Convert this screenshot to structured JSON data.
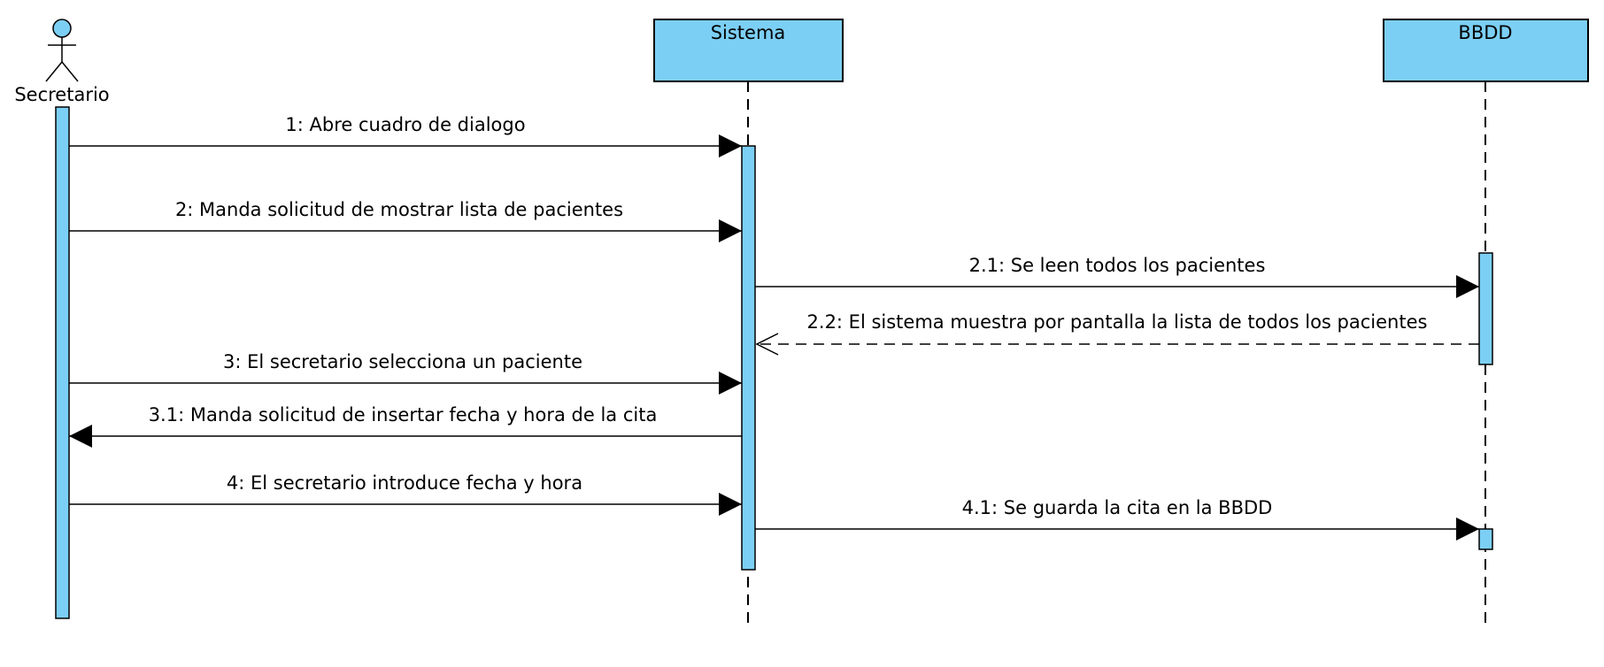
{
  "participants": {
    "actor": {
      "name": "Secretario"
    },
    "system": {
      "name": "Sistema"
    },
    "db": {
      "name": "BBDD"
    }
  },
  "messages": [
    {
      "id": "m1",
      "label": "1: Abre cuadro de dialogo",
      "kind": "sync"
    },
    {
      "id": "m2",
      "label": "2: Manda solicitud de mostrar lista de pacientes",
      "kind": "sync"
    },
    {
      "id": "m21",
      "label": "2.1: Se leen todos los pacientes",
      "kind": "sync"
    },
    {
      "id": "m22",
      "label": "2.2: El sistema muestra por pantalla la lista de todos los pacientes",
      "kind": "reply"
    },
    {
      "id": "m3",
      "label": "3: El secretario selecciona un paciente",
      "kind": "sync"
    },
    {
      "id": "m31",
      "label": "3.1: Manda solicitud de insertar fecha y hora de la cita",
      "kind": "sync"
    },
    {
      "id": "m4",
      "label": "4: El secretario introduce fecha y hora",
      "kind": "sync"
    },
    {
      "id": "m41",
      "label": "4.1: Se guarda la cita en la BBDD",
      "kind": "sync"
    }
  ],
  "colors": {
    "fill": "#7ccff4",
    "stroke": "#000000"
  }
}
